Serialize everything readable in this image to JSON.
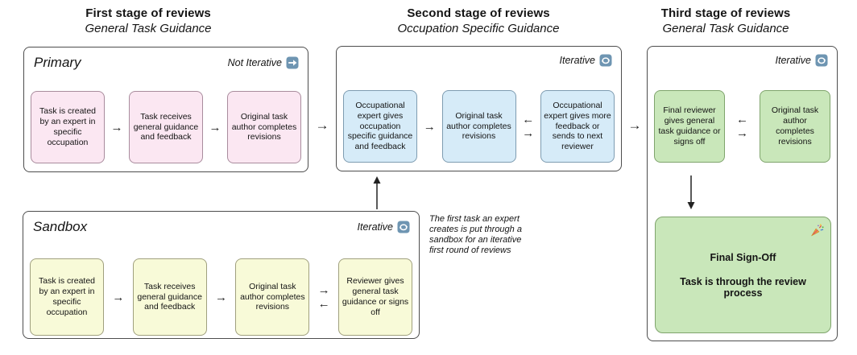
{
  "headers": [
    {
      "title": "First stage of reviews",
      "subtitle": "General Task Guidance"
    },
    {
      "title": "Second stage of reviews",
      "subtitle": "Occupation Specific Guidance"
    },
    {
      "title": "Third stage of reviews",
      "subtitle": "General Task Guidance"
    }
  ],
  "primary": {
    "label": "Primary",
    "mode_label": "Not Iterative",
    "steps": [
      "Task is created by an expert in specific occupation",
      "Task receives general guidance and feedback",
      "Original task author completes revisions"
    ]
  },
  "second_stage": {
    "mode_label": "Iterative",
    "steps": [
      "Occupational expert gives occupation specific guidance and feedback",
      "Original task author completes revisions",
      "Occupational expert gives more feedback or sends to next reviewer"
    ]
  },
  "third_stage": {
    "mode_label": "Iterative",
    "steps": [
      "Final reviewer gives general task guidance or signs off",
      "Original task author completes revisions"
    ],
    "final_title": "Final Sign-Off",
    "final_subtitle": "Task is through the review process"
  },
  "sandbox": {
    "label": "Sandbox",
    "mode_label": "Iterative",
    "steps": [
      "Task is created by an expert in specific occupation",
      "Task receives general guidance and feedback",
      "Original task author completes revisions",
      "Reviewer gives general task guidance or signs off"
    ]
  },
  "annotation": "The first task an expert creates is put through a sandbox for an iterative first round of reviews",
  "glyphs": {
    "right_arrow": "→",
    "left_arrow": "←"
  },
  "colors": {
    "badge_blue": "#6e95b2",
    "pink_fill": "#fbe7f2",
    "blue_fill": "#d6ebf8",
    "yellow_fill": "#f8fad8",
    "green_fill": "#c9e7ba",
    "border_dark": "#4d4d4d"
  }
}
